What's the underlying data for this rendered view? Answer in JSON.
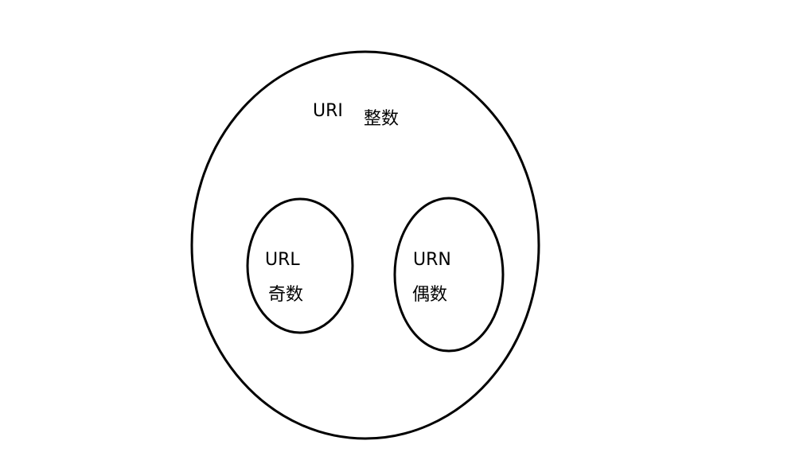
{
  "outer_set": {
    "label": "URI",
    "sublabel": "整数"
  },
  "left_set": {
    "label": "URL",
    "sublabel": "奇数"
  },
  "right_set": {
    "label": "URN",
    "sublabel": "偶数"
  },
  "colors": {
    "stroke": "#000000",
    "background": "#ffffff"
  }
}
